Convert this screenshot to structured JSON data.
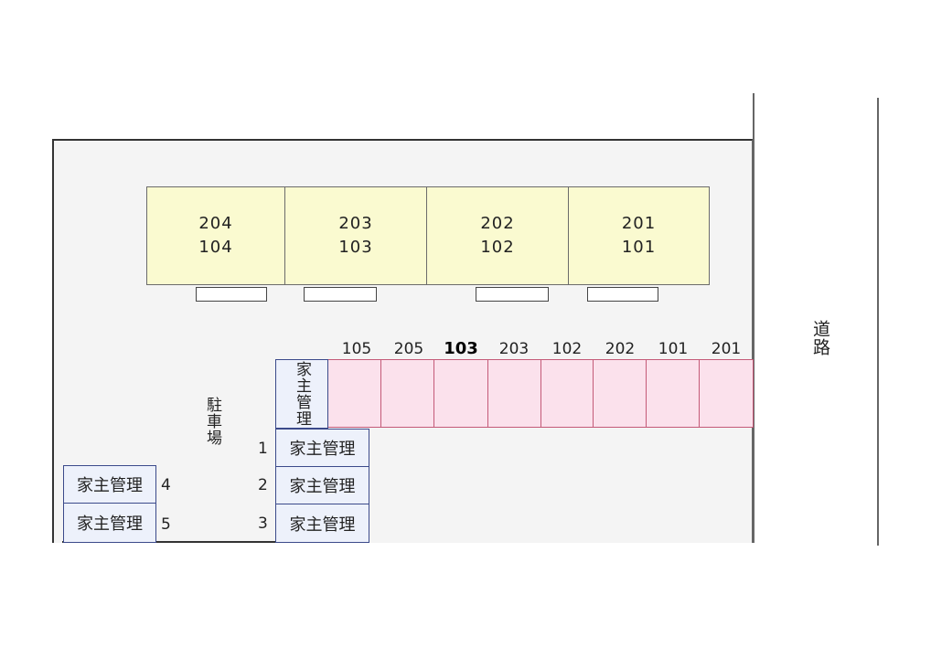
{
  "building": {
    "units": [
      {
        "upper": "204",
        "lower": "104"
      },
      {
        "upper": "203",
        "lower": "103"
      },
      {
        "upper": "202",
        "lower": "102"
      },
      {
        "upper": "201",
        "lower": "101"
      }
    ]
  },
  "bicycle_parking": {
    "slots": [
      "105",
      "205",
      "103",
      "203",
      "102",
      "202",
      "101",
      "201"
    ],
    "highlighted": "103"
  },
  "parking": {
    "area_label": "駐車場",
    "top_slot_label": "家主管理",
    "right_slots": [
      {
        "number": "1",
        "label": "家主管理"
      },
      {
        "number": "2",
        "label": "家主管理"
      },
      {
        "number": "3",
        "label": "家主管理"
      }
    ],
    "left_slots": [
      {
        "number": "4",
        "label": "家主管理"
      },
      {
        "number": "5",
        "label": "家主管理"
      }
    ]
  },
  "road": {
    "label": "道路"
  },
  "colors": {
    "building_fill": "#fafad0",
    "bicycle_fill": "#fbe1ec",
    "bicycle_border": "#c45a78",
    "parking_fill": "#edf1fb",
    "parking_border": "#3b4a8a"
  }
}
